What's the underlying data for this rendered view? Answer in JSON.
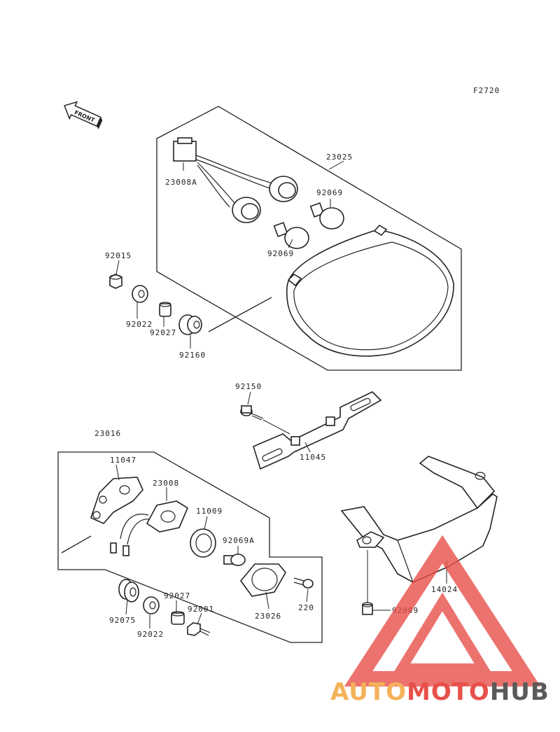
{
  "figure_code": "F2720",
  "front_label": "FRONT",
  "labels": {
    "p23025": "23025",
    "p23008a": "23008A",
    "p92069a": "92069",
    "p92069b": "92069",
    "p92015": "92015",
    "p92022a": "92022",
    "p92027a": "92027",
    "p92160": "92160",
    "p92150": "92150",
    "p11045": "11045",
    "p23016": "23016",
    "p11047": "11047",
    "p23008": "23008",
    "p11009": "11009",
    "p92069A": "92069A",
    "p220": "220",
    "p23026": "23026",
    "p92075": "92075",
    "p92022b": "92022",
    "p92027b": "92027",
    "p92001": "92001",
    "p14024": "14024",
    "p92009": "92009"
  },
  "watermark": {
    "part1": "AUTO",
    "part2": "MOTO",
    "part3": "HUB"
  },
  "colors": {
    "watermark_orange": "#f4b25a",
    "watermark_red": "#e8504a",
    "watermark_gray": "#5a5a5a",
    "line": "#222222"
  }
}
